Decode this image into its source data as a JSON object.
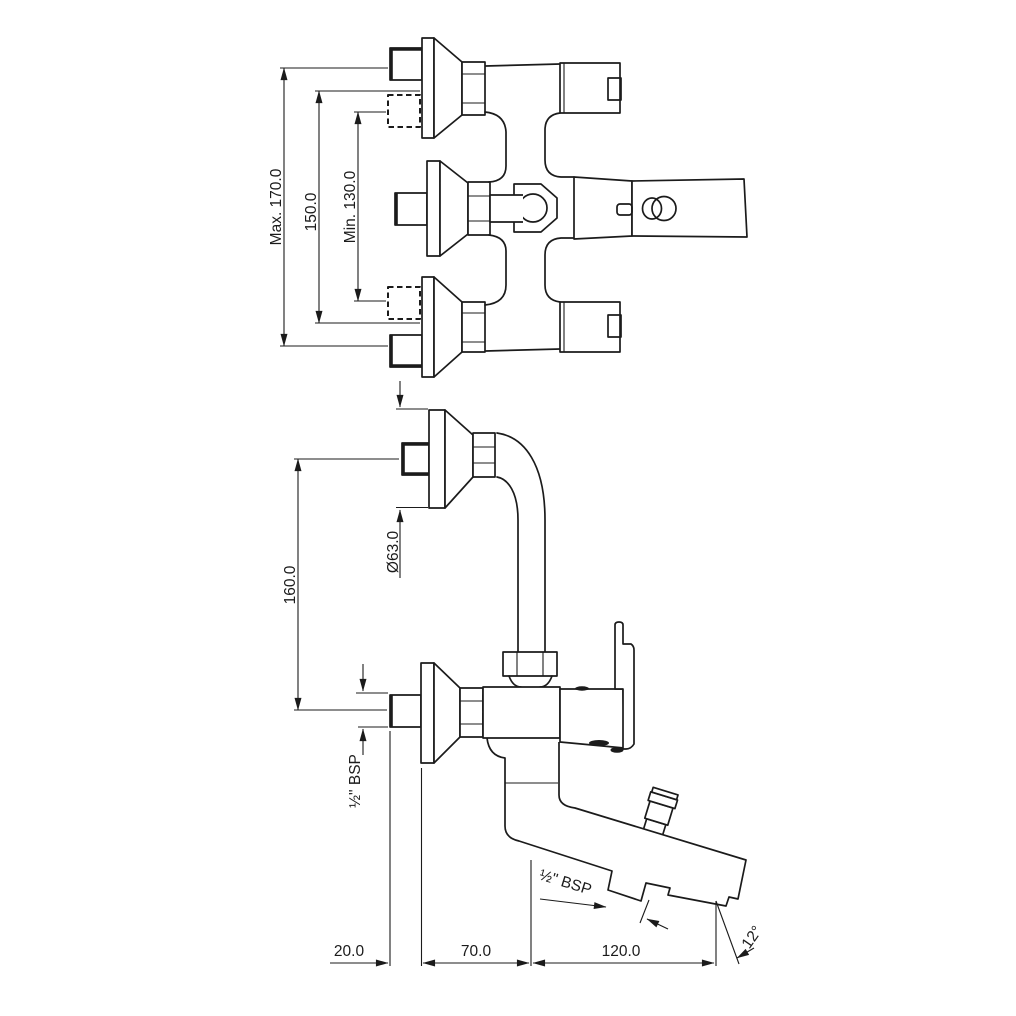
{
  "drawing": {
    "background_color": "#ffffff",
    "line_color": "#1b1b1b",
    "labels": {
      "max_center_distance": "Max. 170.0",
      "nominal_center_distance": "150.0",
      "min_center_distance": "Min. 130.0",
      "outlet_height": "160.0",
      "flange_diameter": "Ø63.0",
      "inlet_thread": "½\" BSP",
      "wall_clearance": "20.0",
      "body_depth": "70.0",
      "spout_reach": "120.0",
      "spout_angle": "12°",
      "handshower_thread": "½\" BSP"
    }
  }
}
